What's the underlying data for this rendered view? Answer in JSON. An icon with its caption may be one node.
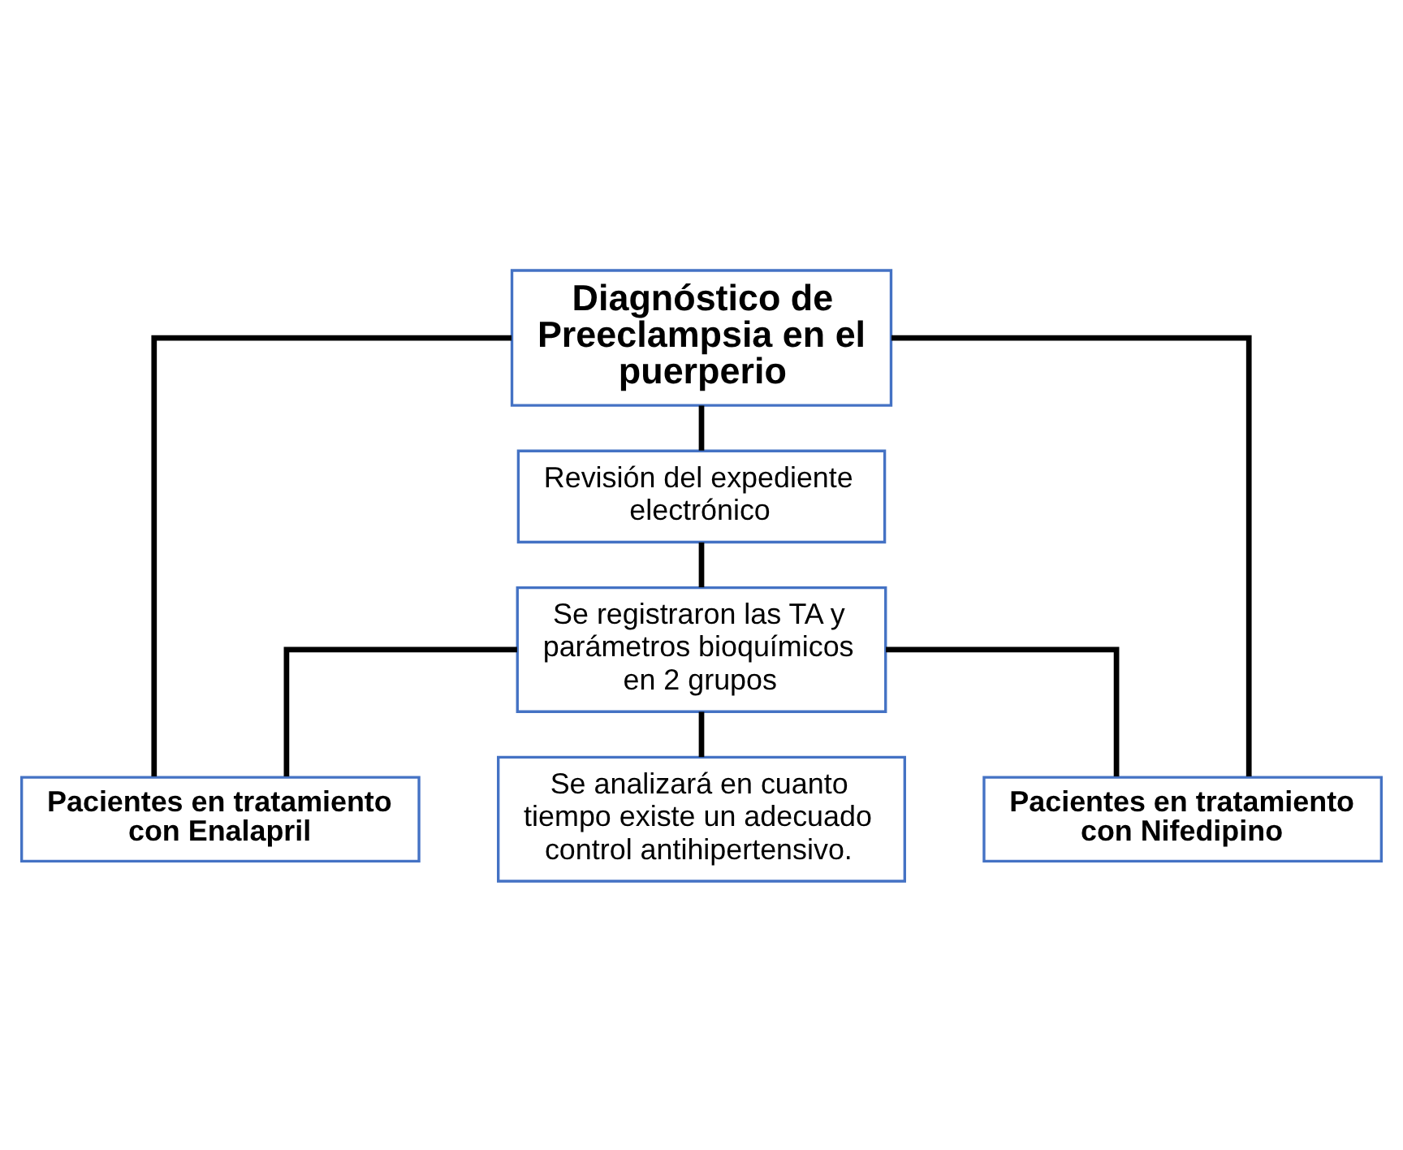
{
  "diagram": {
    "nodes": [
      {
        "text": [
          "Diagnóstico de Preeclampsia en el puerperio"
        ]
      },
      {
        "text": [
          "Revisión del expediente electrónico"
        ]
      },
      {
        "text": [
          "Se registraron las TA y parámetros bioquímicos en 2 grupos"
        ]
      },
      {
        "text": [
          "Pacientes en tratamiento con Enalapril"
        ]
      },
      {
        "text": [
          "Pacientes en tratamiento con Nifedipino"
        ]
      },
      {
        "text": [
          "Se analizará en cuanto tiempo existe un adecuado control antihipertensivo."
        ]
      }
    ],
    "edges": [
      {
        "from": 0,
        "to": 1,
        "arrow": "none"
      },
      {
        "from": 1,
        "to": 2,
        "arrow": "none"
      },
      {
        "from": 2,
        "to": 3,
        "arrow": "none"
      },
      {
        "from": 2,
        "to": 4,
        "arrow": "none"
      },
      {
        "from": 2,
        "to": 5,
        "arrow": "none"
      },
      {
        "from": 0,
        "to": 3,
        "arrow": "none"
      },
      {
        "from": 0,
        "to": 4,
        "arrow": "none"
      }
    ]
  }
}
